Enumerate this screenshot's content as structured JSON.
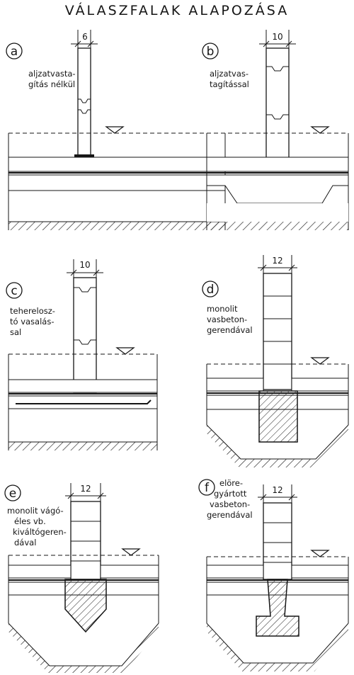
{
  "title": "VÁLASZFALAK  ALAPOZÁSA",
  "panels": [
    {
      "letter": "a",
      "dimension": "6",
      "caption": [
        "aljzatvasta-",
        "gítás nélkül"
      ]
    },
    {
      "letter": "b",
      "dimension": "10",
      "caption": [
        "aljzatvas-",
        "tagítással"
      ]
    },
    {
      "letter": "c",
      "dimension": "10",
      "caption": [
        "teherelosz-",
        "tó  vasalás-",
        "sal"
      ]
    },
    {
      "letter": "d",
      "dimension": "12",
      "caption": [
        "monolit",
        "vasbeton-",
        "gerendával"
      ]
    },
    {
      "letter": "e",
      "dimension": "12",
      "caption": [
        "monolit vágó-",
        "éles   vb.",
        "kiváltógeren-",
        "dával"
      ]
    },
    {
      "letter": "f",
      "dimension": "12",
      "caption": [
        "elöre-",
        "gyártott",
        "vasbeton-",
        "gerendával"
      ]
    }
  ]
}
